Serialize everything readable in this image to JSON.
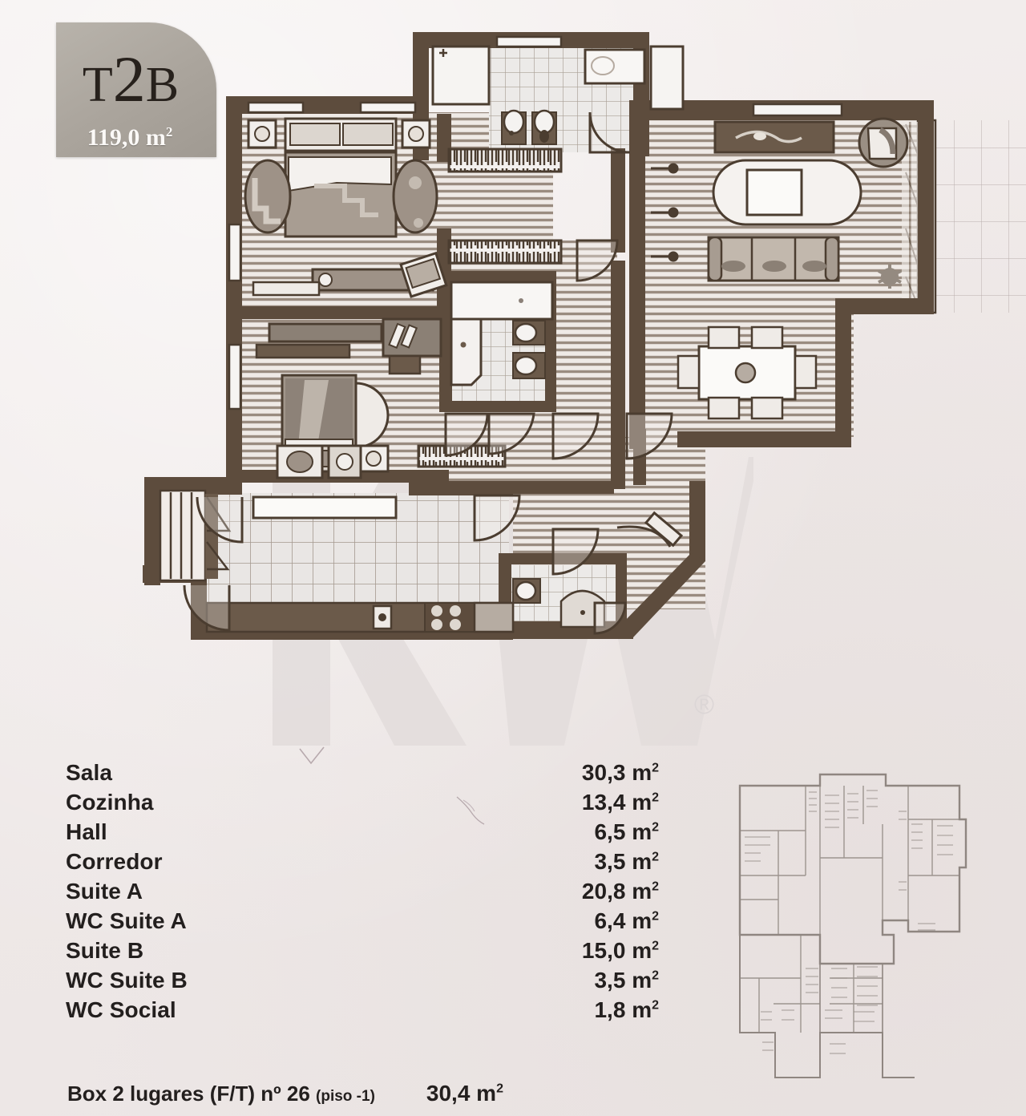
{
  "badge": {
    "type_prefix": "T",
    "type_number": "2",
    "type_suffix": "B",
    "total_area": "119,0 m",
    "area_superscript": "2"
  },
  "watermark": {
    "brand": "KW",
    "registered_mark": "®"
  },
  "rooms": [
    {
      "name": "Sala",
      "area": "30,3 m",
      "unit_sup": "2"
    },
    {
      "name": "Cozinha",
      "area": "13,4 m",
      "unit_sup": "2"
    },
    {
      "name": "Hall",
      "area": "6,5 m",
      "unit_sup": "2"
    },
    {
      "name": "Corredor",
      "area": "3,5 m",
      "unit_sup": "2"
    },
    {
      "name": "Suite A",
      "area": "20,8 m",
      "unit_sup": "2"
    },
    {
      "name": "WC Suite A",
      "area": "6,4 m",
      "unit_sup": "2"
    },
    {
      "name": "Suite B",
      "area": "15,0 m",
      "unit_sup": "2"
    },
    {
      "name": "WC Suite B",
      "area": "3,5 m",
      "unit_sup": "2"
    },
    {
      "name": "WC Social",
      "area": "1,8 m",
      "unit_sup": "2"
    }
  ],
  "parking": {
    "label_main": "Box 2 lugares (F/T) nº 26 ",
    "label_small": "(piso -1)",
    "area": "30,4 m",
    "unit_sup": "2"
  },
  "colors": {
    "paper": "#f1ecea",
    "wall": "#5d4c3d",
    "floor_hatch": "#6b5a4a",
    "badge_grey": "#aaa49c",
    "text": "#231f1e",
    "watermark": "#e2dcdb"
  },
  "plan_regions": [
    "suite-a-bedroom",
    "wc-suite-a",
    "living-room",
    "dining-area",
    "balcony-terrace",
    "corridor",
    "suite-b-bedroom",
    "wc-suite-b",
    "kitchen",
    "entry-hall",
    "wc-social",
    "service-balcony"
  ]
}
